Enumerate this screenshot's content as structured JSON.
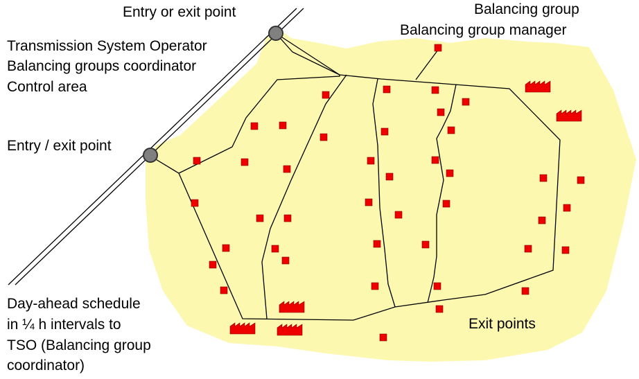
{
  "labels": {
    "entry_or_exit_top": "Entry or exit point",
    "balancing_group": "Balancing group",
    "balancing_group_manager": "Balancing group manager",
    "tso": "Transmission System Operator",
    "bgc": "Balancing groups coordinator",
    "control_area": "Control area",
    "entry_exit_left": "Entry / exit point",
    "schedule": [
      "Day-ahead schedule",
      "in ¼ h intervals to",
      "TSO (Balancing group",
      "coordinator)"
    ],
    "exit_points": "Exit points"
  },
  "colors": {
    "area_fill": "#fdf8b0",
    "node_fill": "#ee0000",
    "entry_point_fill": "#808080",
    "line": "#000000"
  },
  "icons": {
    "consumer": "red-square",
    "factory": "red-factory",
    "entry_point": "grey-circle"
  }
}
